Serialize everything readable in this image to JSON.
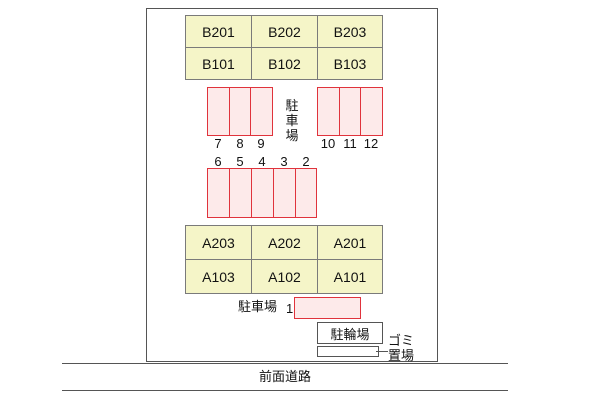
{
  "building_b": {
    "row_top": [
      "B201",
      "B202",
      "B203"
    ],
    "row_bottom": [
      "B101",
      "B102",
      "B103"
    ]
  },
  "building_a": {
    "row_top": [
      "A203",
      "A202",
      "A201"
    ],
    "row_bottom": [
      "A103",
      "A102",
      "A101"
    ]
  },
  "parking": {
    "vertical_label": [
      "駐",
      "車",
      "場"
    ],
    "left_group_numbers": [
      "7",
      "8",
      "9"
    ],
    "right_group_numbers": [
      "10",
      "11",
      "12"
    ],
    "middle_group_numbers": [
      "6",
      "5",
      "4",
      "3",
      "2"
    ],
    "lower_label": "駐車場",
    "lower_number": "1"
  },
  "bicycle_parking": "駐輪場",
  "garbage_area": [
    "ゴミ",
    "置場"
  ],
  "front_road": "前面道路",
  "colors": {
    "unit_fill": "#f5f5c8",
    "space_fill": "#fdeaea",
    "space_border": "#e0333c"
  }
}
